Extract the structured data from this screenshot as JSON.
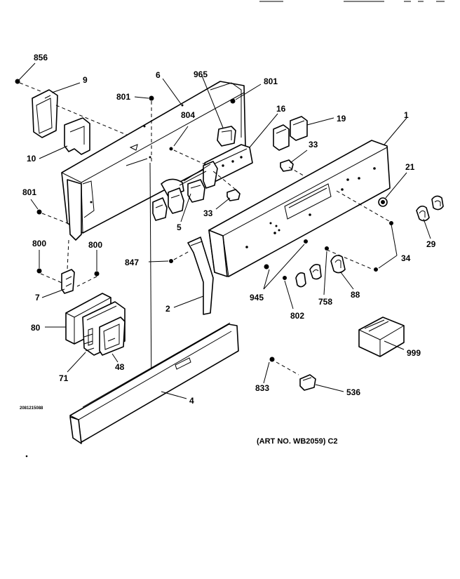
{
  "diagram": {
    "callouts": {
      "c856": "856",
      "c9": "9",
      "c6": "6",
      "c965": "965",
      "c801a": "801",
      "c801b": "801",
      "c16": "16",
      "c1": "1",
      "c804": "804",
      "c19": "19",
      "c10": "10",
      "c33a": "33",
      "c21": "21",
      "c801c": "801",
      "c33b": "33",
      "c5": "5",
      "c800a": "800",
      "c800b": "800",
      "c29": "29",
      "c847": "847",
      "c34": "34",
      "c7": "7",
      "c945": "945",
      "c758": "758",
      "c88": "88",
      "c2": "2",
      "c802": "802",
      "c80": "80",
      "c999": "999",
      "c71": "71",
      "c48": "48",
      "c833": "833",
      "c536": "536",
      "c4": "4"
    },
    "diagram_code": "2081215088",
    "art_no": "(ART NO. WB2059) C2"
  }
}
